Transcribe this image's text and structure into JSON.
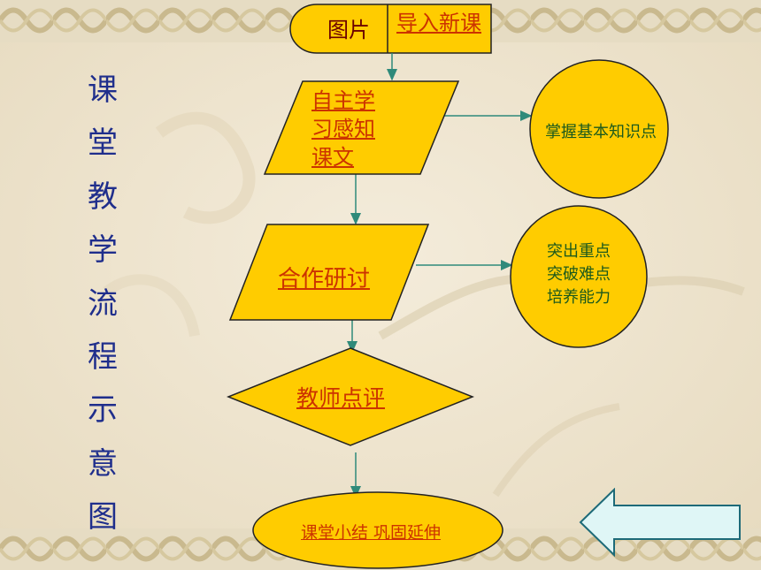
{
  "title_chars": [
    "课",
    "堂",
    "教",
    "学",
    "流",
    "程",
    "示",
    "意",
    "图"
  ],
  "start": {
    "left_label": "图片",
    "right_label": "导入新课"
  },
  "step1": {
    "lines": [
      "自主学",
      "习感知",
      "课文"
    ]
  },
  "step2": {
    "label": "合作研讨"
  },
  "step3": {
    "label": "教师点评"
  },
  "step4": {
    "label": "课堂小结 巩固延伸"
  },
  "circle1": {
    "label": "掌握基本知识点"
  },
  "circle2": {
    "lines": [
      "突出重点",
      "突破难点",
      "培养能力"
    ]
  },
  "colors": {
    "shape_fill": "#ffcc00",
    "link_text": "#cc3300",
    "title_text": "#1f2e8c",
    "circle_text": "#1c5a1c",
    "arrow": "#2f8a7a",
    "nav_arrow": "#dff6f6"
  },
  "icons": {
    "back_arrow": "left-arrow-icon"
  }
}
